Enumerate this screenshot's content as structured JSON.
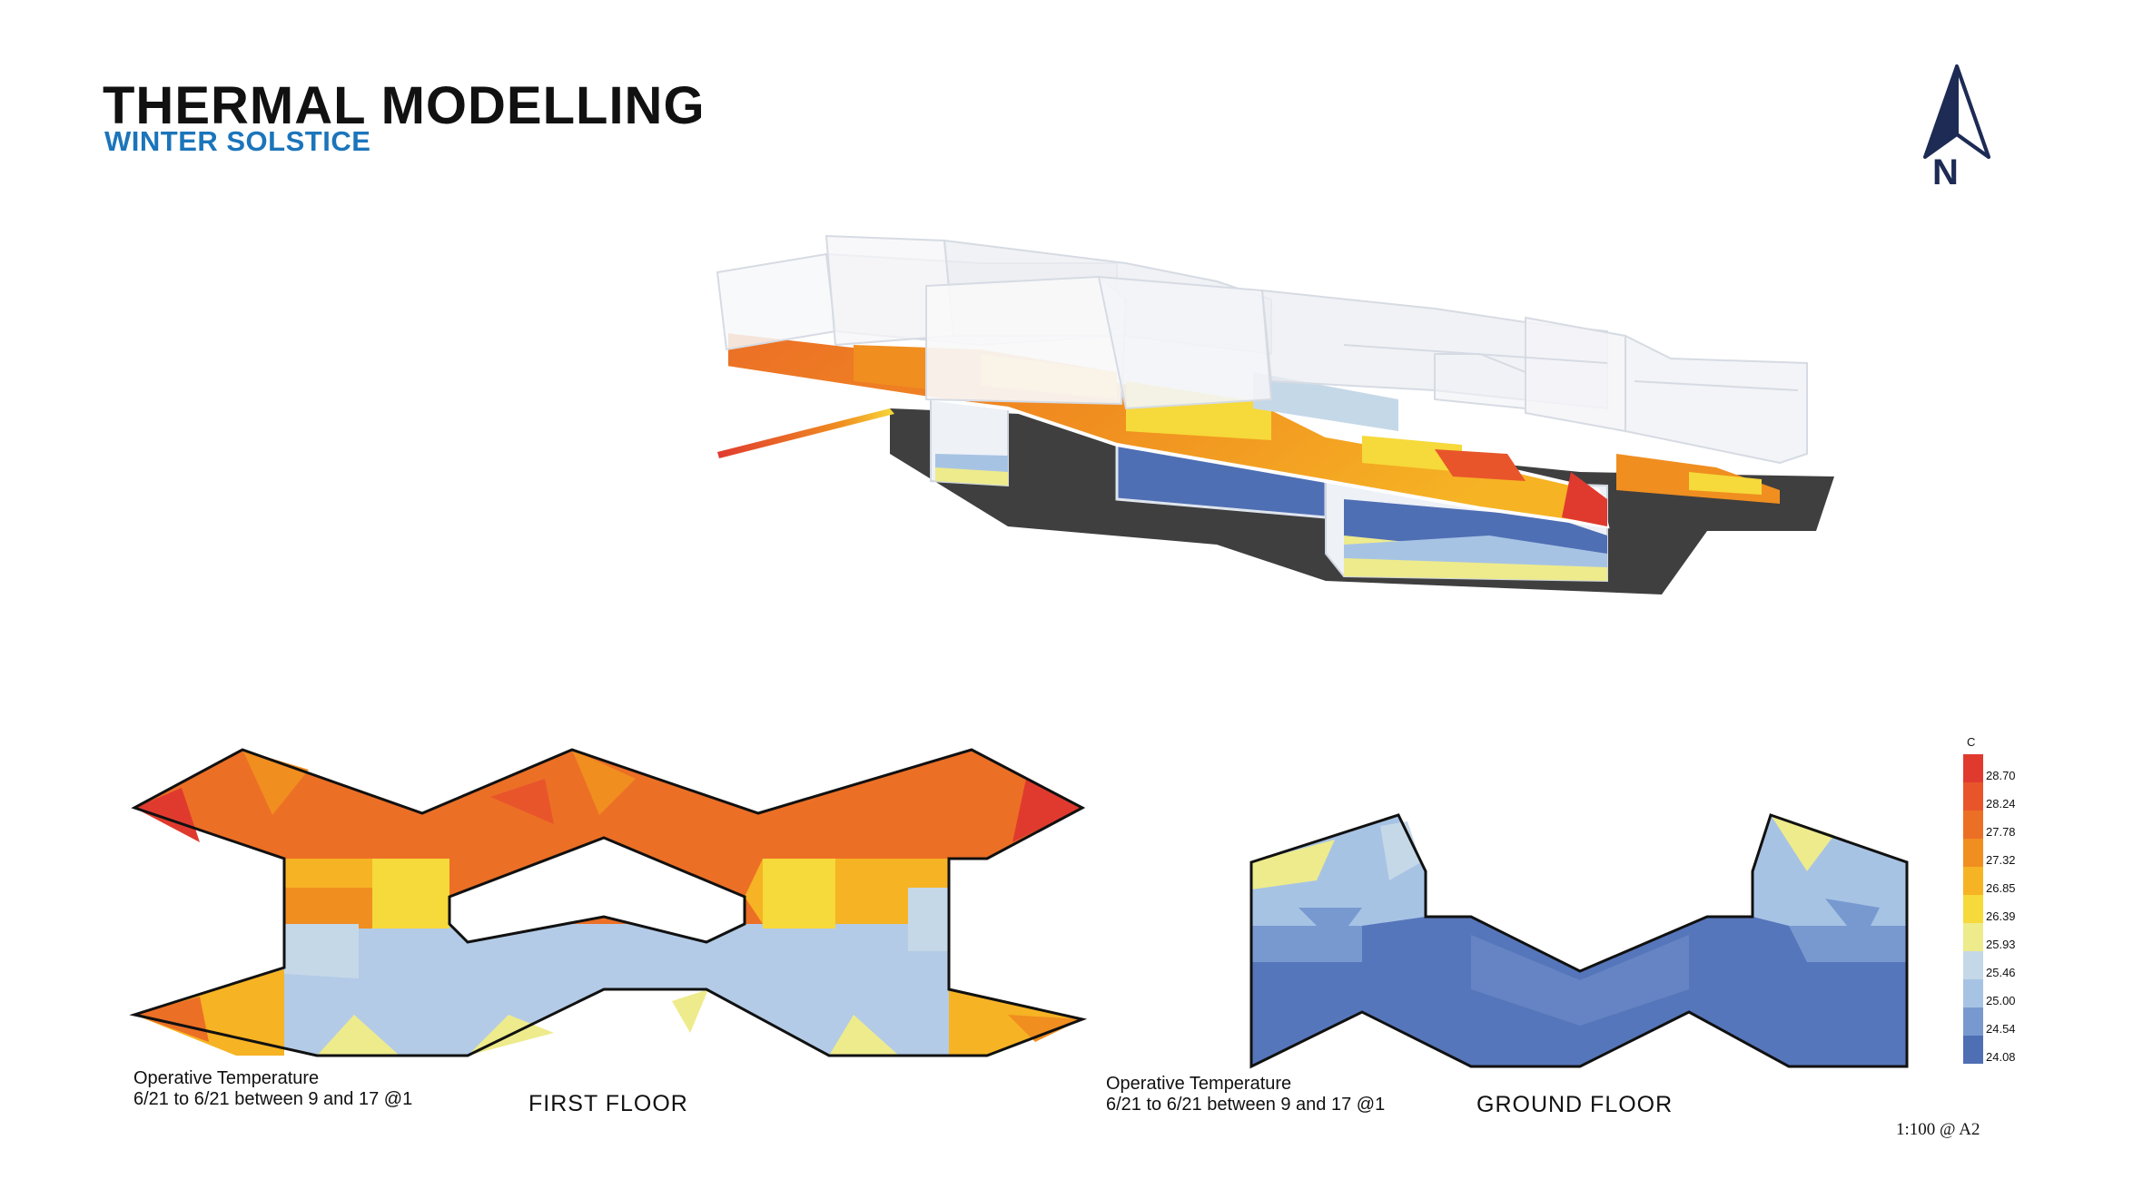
{
  "header": {
    "title": "THERMAL MODELLING",
    "subtitle": "WINTER SOLSTICE"
  },
  "north_arrow": {
    "letter": "N",
    "color": "#1d2b55"
  },
  "plans": [
    {
      "label": "FIRST FLOOR",
      "caption": [
        "Operative Temperature",
        "6/21 to 6/21 between 9 and 17 @1"
      ]
    },
    {
      "label": "GROUND FLOOR",
      "caption": [
        "Operative Temperature",
        "6/21 to 6/21 between 9 and 17 @1"
      ]
    }
  ],
  "legend": {
    "unit": "C",
    "values": [
      "28.70",
      "28.24",
      "27.78",
      "27.32",
      "26.85",
      "26.39",
      "25.93",
      "25.46",
      "25.00",
      "24.54",
      "24.08"
    ],
    "colors": [
      "#e03a2f",
      "#e8552b",
      "#ec6f26",
      "#f08e20",
      "#f6b324",
      "#f6d93a",
      "#eeeb8c",
      "#c5d8e8",
      "#a7c3e4",
      "#7899d0",
      "#4f6fb4"
    ]
  },
  "scale": "1:100 @ A2"
}
